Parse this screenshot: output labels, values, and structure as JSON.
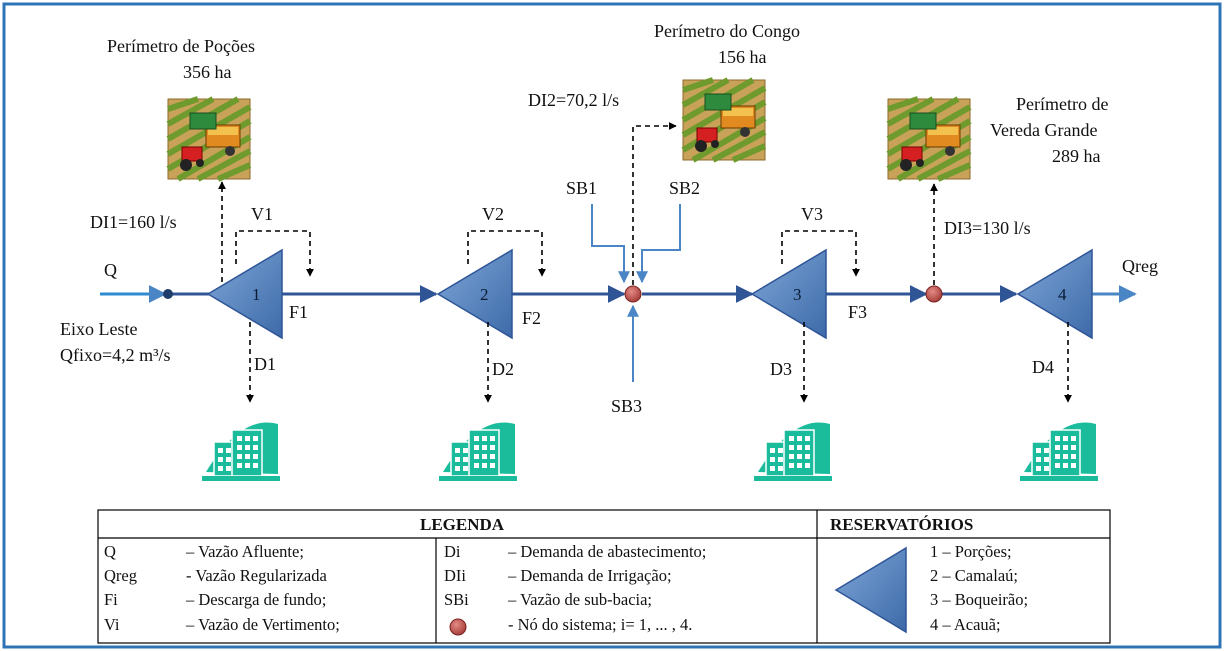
{
  "inflow": {
    "label": "Q",
    "source_line1": "Eixo Leste",
    "source_line2": "Qfixo=4,2 m³/s"
  },
  "outflow": {
    "label": "Qreg"
  },
  "reservoirs": [
    {
      "number": "1",
      "overflow": "V1",
      "bottom_discharge": "F1",
      "demand": "D1"
    },
    {
      "number": "2",
      "overflow": "V2",
      "bottom_discharge": "F2",
      "demand": "D2"
    },
    {
      "number": "3",
      "overflow": "V3",
      "bottom_discharge": "F3",
      "demand": "D3"
    },
    {
      "number": "4",
      "demand": "D4"
    }
  ],
  "irrigation": [
    {
      "title_line1": "Perímetro de Poções",
      "title_line2": "356 ha",
      "demand": "DI1=160 l/s"
    },
    {
      "title_line1": "Perímetro do Congo",
      "title_line2": "156 ha",
      "demand": "DI2=70,2 l/s"
    },
    {
      "title_line1": "Perímetro de",
      "title_line2": "Vereda Grande",
      "title_line3": "289 ha",
      "demand": "DI3=130 l/s"
    }
  ],
  "subbasins": [
    "SB1",
    "SB2",
    "SB3"
  ],
  "legend": {
    "title": "LEGENDA",
    "rows": [
      {
        "sym1": "Q",
        "desc1": "– Vazão Afluente;",
        "sym2": "Di",
        "desc2": "– Demanda de abastecimento;"
      },
      {
        "sym1": "Qreg",
        "desc1": "- Vazão Regularizada",
        "sym2": "DIi",
        "desc2": "– Demanda de Irrigação;"
      },
      {
        "sym1": "Fi",
        "desc1": "– Descarga de fundo;",
        "sym2": "SBi",
        "desc2": "– Vazão de sub-bacia;"
      },
      {
        "sym1": "Vi",
        "desc1": "– Vazão de Vertimento;",
        "sym2": "",
        "desc2": "- Nó do sistema; i= 1, ... , 4."
      }
    ]
  },
  "reservoirs_legend": {
    "title": "RESERVATÓRIOS",
    "items": [
      "1 – Porções;",
      "2 – Camalaú;",
      "3 – Boqueirão;",
      "4 – Acauã;"
    ]
  },
  "colors": {
    "frame": "#2e74b5",
    "main_flow": "#2f5597",
    "triangle": "#4f81bd",
    "node": "#c0504d",
    "building": "#1abc9c"
  }
}
